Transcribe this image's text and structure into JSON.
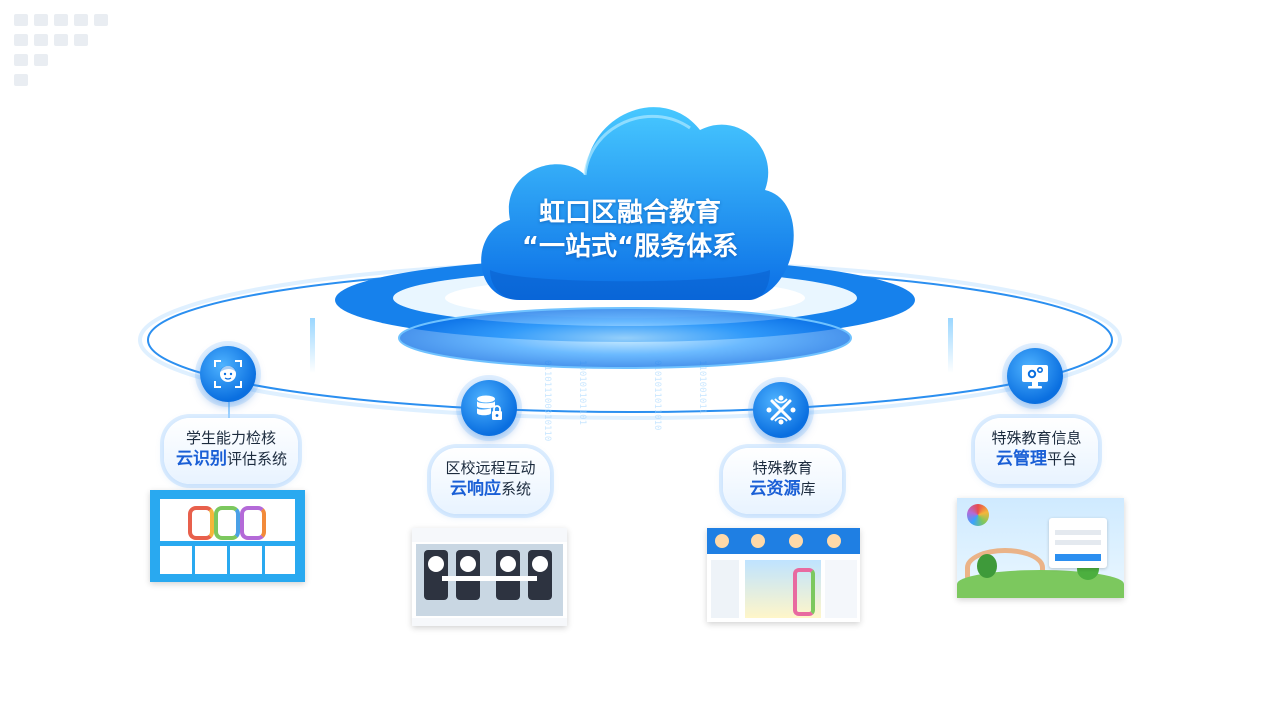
{
  "cloud": {
    "line1": "虹口区融合教育",
    "line2": "“一站式“服务体系"
  },
  "nodes": [
    {
      "line1": "学生能力检核",
      "highlight": "云识别",
      "suffix": "评估系统",
      "icon": "face-icon"
    },
    {
      "line1": "区校远程互动",
      "highlight": "云响应",
      "suffix": "系统",
      "icon": "database-lock-icon"
    },
    {
      "line1": "特殊教育",
      "highlight": "云资源",
      "suffix": "库",
      "icon": "network-icon"
    },
    {
      "line1": "特殊教育信息",
      "highlight": "云管理",
      "suffix": "平台",
      "icon": "monitor-gear-icon"
    }
  ],
  "colors": {
    "accent": "#0a7be8",
    "highlight": "#1a5fd6",
    "ring": "#2b8ff0"
  }
}
